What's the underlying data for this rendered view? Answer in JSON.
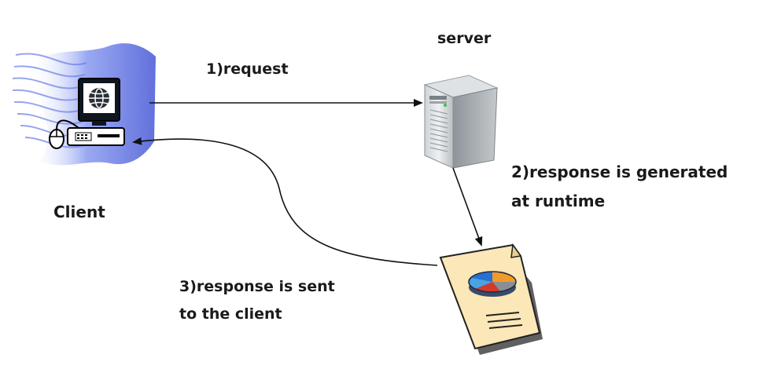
{
  "nodes": {
    "client": {
      "label": "Client",
      "icon": "computer-icon"
    },
    "server": {
      "label": "server",
      "icon": "server-tower-icon"
    },
    "response": {
      "icon": "report-document-icon"
    }
  },
  "steps": {
    "request": "1)request",
    "generated_line1": "2)response is generated",
    "generated_line2": "at runtime",
    "sent_line1": "3)response is sent",
    "sent_line2": "to the client"
  },
  "colors": {
    "arrow": "#111111",
    "wave": "#5b6fe0",
    "document": "#fbe7b8"
  }
}
